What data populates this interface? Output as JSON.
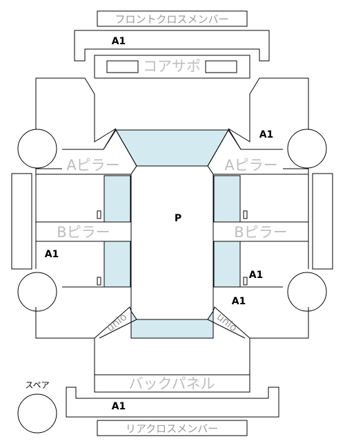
{
  "labels": {
    "front_cross_member": "フロントクロスメンバー",
    "core_support": "コアサポ",
    "a_pillar": "Aピラー",
    "b_pillar": "Bピラー",
    "b_pillar_compact": "Bピラー",
    "back_panel": "バックパネル",
    "rear_cross_member": "リアクロスメンバー",
    "spare": "スペア",
    "center_code": "P",
    "rank_a1": "A1",
    "unit_mark": "unio"
  },
  "colors": {
    "line": "#000000",
    "fill_blue": "#d4eaf1",
    "label_gray": "#9a9a9a"
  }
}
